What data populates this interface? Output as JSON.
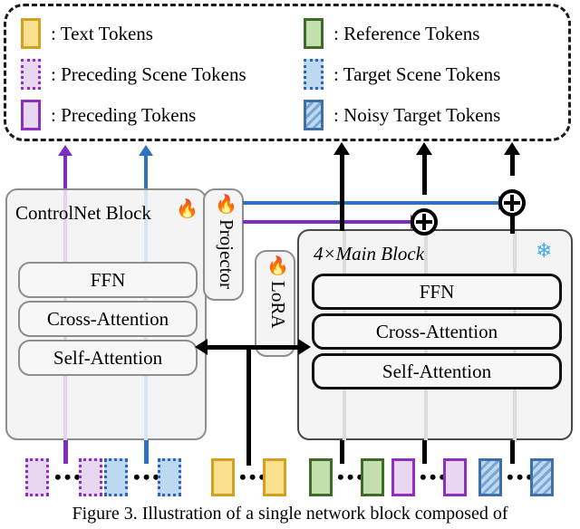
{
  "legend": {
    "items": [
      {
        "swatch": "text-token-swatch",
        "label": ": Text Tokens"
      },
      {
        "swatch": "reference-token-swatch",
        "label": ": Reference Tokens"
      },
      {
        "swatch": "preceding-scene-token-swatch",
        "label": ": Preceding Scene Tokens"
      },
      {
        "swatch": "target-scene-token-swatch",
        "label": ": Target Scene Tokens"
      },
      {
        "swatch": "preceding-token-swatch",
        "label": ": Preceding Tokens"
      },
      {
        "swatch": "noisy-target-token-swatch",
        "label": ": Noisy Target Tokens"
      }
    ]
  },
  "figure": {
    "controlnet": {
      "title": "ControlNet Block",
      "trainable_icon": "flame-icon",
      "layers": [
        "FFN",
        "Cross-Attention",
        "Self-Attention"
      ]
    },
    "projector": {
      "title": "Projector",
      "trainable_icon": "flame-icon"
    },
    "lora": {
      "title": "LoRA",
      "trainable_icon": "flame-icon"
    },
    "main_block": {
      "title": "4×Main Block",
      "frozen_icon": "snowflake-icon",
      "layers": [
        "FFN",
        "Cross-Attention",
        "Self-Attention"
      ]
    },
    "operators": {
      "add": "⊕"
    }
  },
  "tokens": {
    "ellipsis": "•••",
    "groups": [
      {
        "name": "preceding-scene-tokens",
        "swatch": "preceding-scene-token-swatch"
      },
      {
        "name": "target-scene-tokens",
        "swatch": "target-scene-token-swatch"
      },
      {
        "name": "text-tokens",
        "swatch": "text-token-swatch"
      },
      {
        "name": "reference-tokens",
        "swatch": "reference-token-swatch"
      },
      {
        "name": "preceding-tokens",
        "swatch": "preceding-token-swatch"
      },
      {
        "name": "noisy-target-tokens",
        "swatch": "noisy-target-token-swatch"
      }
    ]
  },
  "caption": "Figure 3.   Illustration of a single network block composed of",
  "colors": {
    "text_token": "#d2a022",
    "reference_token": "#3e6b28",
    "preceding_token": "#8e2fc0",
    "scene_target_token": "#2f63c0",
    "noisy_token": "#3f6fa8",
    "flow_purple": "#7b2fbe",
    "flow_blue": "#2f72c0",
    "frozen_blue": "#3fa9e8"
  }
}
